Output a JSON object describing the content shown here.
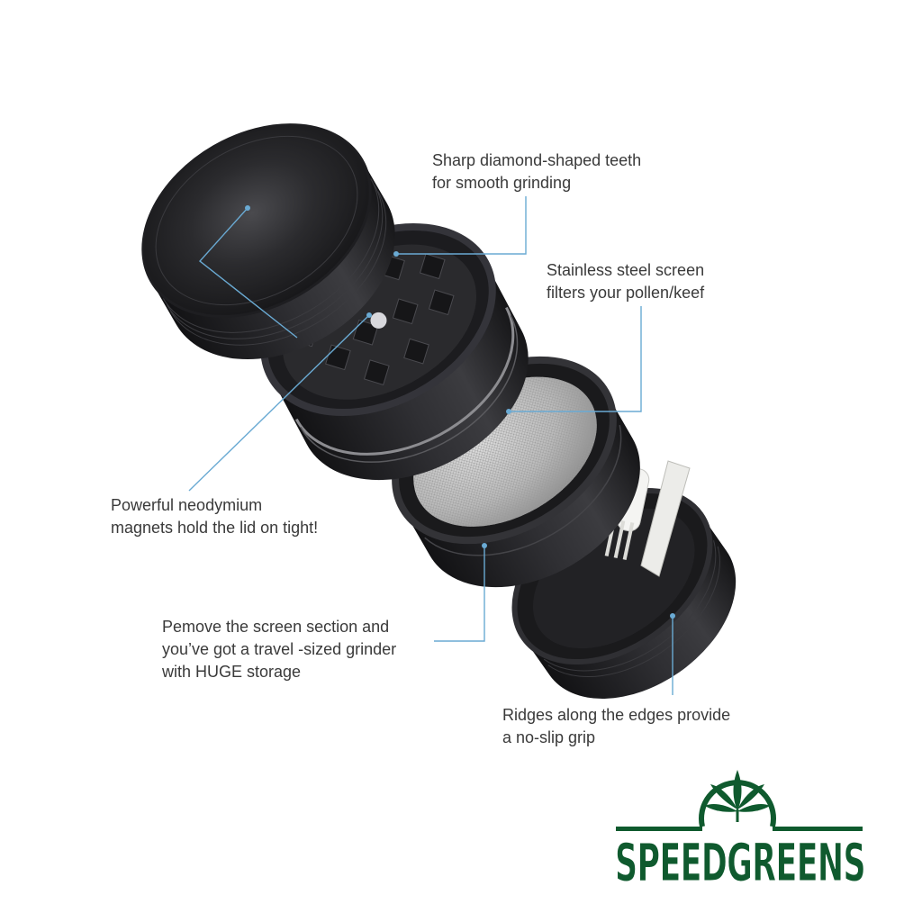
{
  "colors": {
    "callout_line": "#6aaad3",
    "callout_text": "#3a3a3a",
    "metal_dark": "#1c1c1e",
    "brand_green": "#0f5a2e",
    "brand_light_green": "#4f9a2c"
  },
  "callouts": {
    "teeth": [
      "Sharp diamond-shaped teeth",
      "for smooth grinding"
    ],
    "screen": [
      "Stainless steel screen",
      "filters your pollen/keef"
    ],
    "magnets": [
      "Powerful neodymium",
      "magnets hold the lid on tight!"
    ],
    "storage": [
      "Pemove the screen section and",
      "you’ve got a travel -sized grinder",
      "with HUGE storage"
    ],
    "ridges": [
      "Ridges along the edges provide",
      "a no-slip grip"
    ]
  },
  "brand": {
    "name": "SPEEDGREENS",
    "icon": "cannabis-leaf-icon"
  }
}
